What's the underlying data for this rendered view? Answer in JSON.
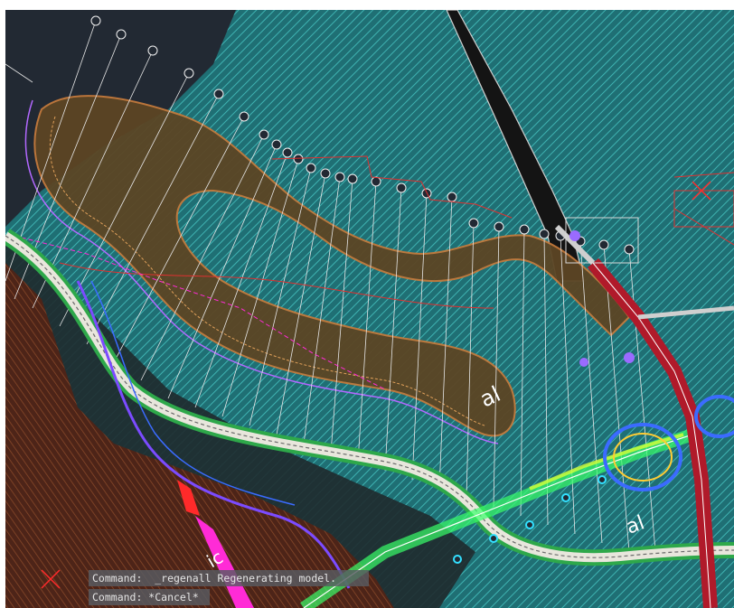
{
  "command_history": [
    "Command:  _regenall Regenerating model.",
    "Command: *Cancel*"
  ],
  "drawing_labels": {
    "al_1": "al",
    "al_2": "al",
    "ic": "ic"
  },
  "colors": {
    "background": "#222933",
    "hatch_fill": "#1f6f74",
    "hatch_stripe": "#3fb3b2",
    "road": "#e8e6dc",
    "terrain": "#5a2a1c",
    "magenta": "#ff2bd6",
    "green": "#39ff6a",
    "purple": "#9a6bff",
    "red": "#e03030"
  },
  "icons": [
    "callout-bubble-icon"
  ]
}
